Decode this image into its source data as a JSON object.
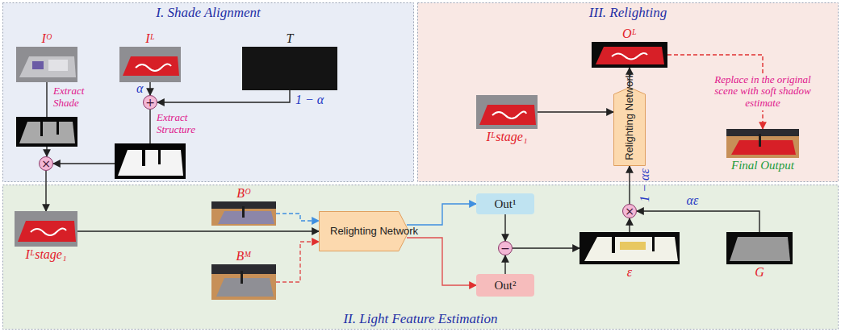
{
  "diagram": {
    "nodes": [
      {
        "text": [
          "I. Shade Alignment"
        ]
      },
      {
        "text": [
          "Iᴼ"
        ],
        "in": 0
      },
      {
        "text": [
          "Iᴸ"
        ],
        "in": 0
      },
      {
        "text": [
          "T"
        ],
        "in": 0
      },
      {
        "text": [
          "+"
        ],
        "in": 0
      },
      {
        "text": [
          "×"
        ],
        "in": 0
      },
      {
        "text": [
          "II. Light Feature Estimation"
        ]
      },
      {
        "text": [
          "Iᴸstage₁"
        ],
        "in": 6
      },
      {
        "text": [
          "Bᴼ"
        ],
        "in": 6
      },
      {
        "text": [
          "Bᴹ"
        ],
        "in": 6
      },
      {
        "text": [
          "Relighting Network"
        ],
        "in": 6
      },
      {
        "text": [
          "Out¹"
        ],
        "in": 6
      },
      {
        "text": [
          "Out²"
        ],
        "in": 6
      },
      {
        "text": [
          "−"
        ],
        "in": 6
      },
      {
        "text": [
          "ε"
        ],
        "in": 6
      },
      {
        "text": [
          "×"
        ],
        "in": 6
      },
      {
        "text": [
          "G"
        ],
        "in": 6
      },
      {
        "text": [
          "III. Relighting"
        ]
      },
      {
        "text": [
          "Oᴸ"
        ],
        "in": 17
      },
      {
        "text": [
          "Relighting Network"
        ],
        "in": 17
      },
      {
        "text": [
          "Iᴸstage₁"
        ],
        "in": 17
      },
      {
        "text": [
          "Final Output"
        ],
        "in": 17
      }
    ],
    "edges": [
      {
        "from": 1,
        "to": 5,
        "label": "Extract Shade",
        "arrow": "to"
      },
      {
        "from": 2,
        "to": 4,
        "label": "α",
        "arrow": "to"
      },
      {
        "from": 3,
        "to": 4,
        "label": "1 − α",
        "arrow": "to"
      },
      {
        "from": 4,
        "to": 5,
        "label": "Extract Structure",
        "arrow": "to"
      },
      {
        "from": 5,
        "to": 7,
        "arrow": "to"
      },
      {
        "from": 7,
        "to": 10,
        "arrow": "to"
      },
      {
        "from": 8,
        "to": 10,
        "arrow": "to"
      },
      {
        "from": 9,
        "to": 10,
        "arrow": "to"
      },
      {
        "from": 10,
        "to": 11,
        "arrow": "to"
      },
      {
        "from": 10,
        "to": 12,
        "arrow": "to"
      },
      {
        "from": 11,
        "to": 13,
        "arrow": "to"
      },
      {
        "from": 12,
        "to": 13,
        "arrow": "to"
      },
      {
        "from": 13,
        "to": 14,
        "arrow": "to"
      },
      {
        "from": 14,
        "to": 15,
        "arrow": "to"
      },
      {
        "from": 16,
        "to": 15,
        "label": "αε",
        "arrow": "to"
      },
      {
        "from": 15,
        "to": 19,
        "label": "1 − αε",
        "arrow": "to"
      },
      {
        "from": 20,
        "to": 19,
        "arrow": "to"
      },
      {
        "from": 19,
        "to": 18,
        "arrow": "to"
      },
      {
        "from": 18,
        "to": 21,
        "label": "Replace in the original scene with soft shadow estimate",
        "arrow": "to"
      }
    ]
  }
}
